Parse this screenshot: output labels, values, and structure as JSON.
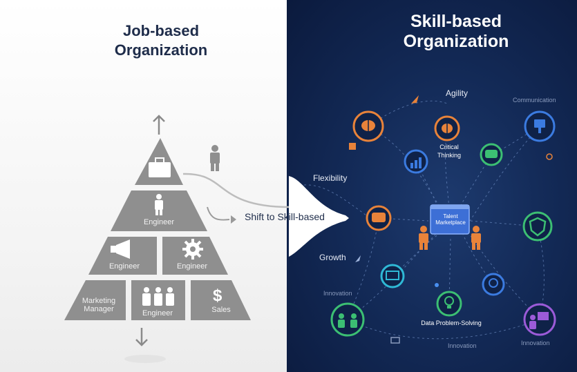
{
  "left_title": "Job-based Organization",
  "right_title": "Skill-based Organization",
  "pyramid": {
    "row2": "Engineer",
    "row3_left": "Engineer",
    "row3_right": "Engineer",
    "row4_left": "Marketing Manager",
    "row4_center": "Engineer",
    "row4_right": "Sales"
  },
  "shift_label": "Shift to Skill-based",
  "skills": {
    "agility": "Agility",
    "communication": "Communication",
    "critical_thinking": "Critical Thinking",
    "flexibility": "Flexibility",
    "talent_marketplace": "Talent Marketplace",
    "growth": "Growth",
    "innovation_left": "Innovation",
    "innovation_bottom": "Innovation",
    "innovation_right": "Innovation",
    "data_problem_solving": "Data Problem-Solving"
  },
  "colors": {
    "pyramid": "#8f8f8f",
    "orange": "#e8833a",
    "green": "#3cbf73",
    "cyan": "#2fb9d6",
    "blue": "#3b7be0",
    "purple": "#9b5bd8"
  }
}
